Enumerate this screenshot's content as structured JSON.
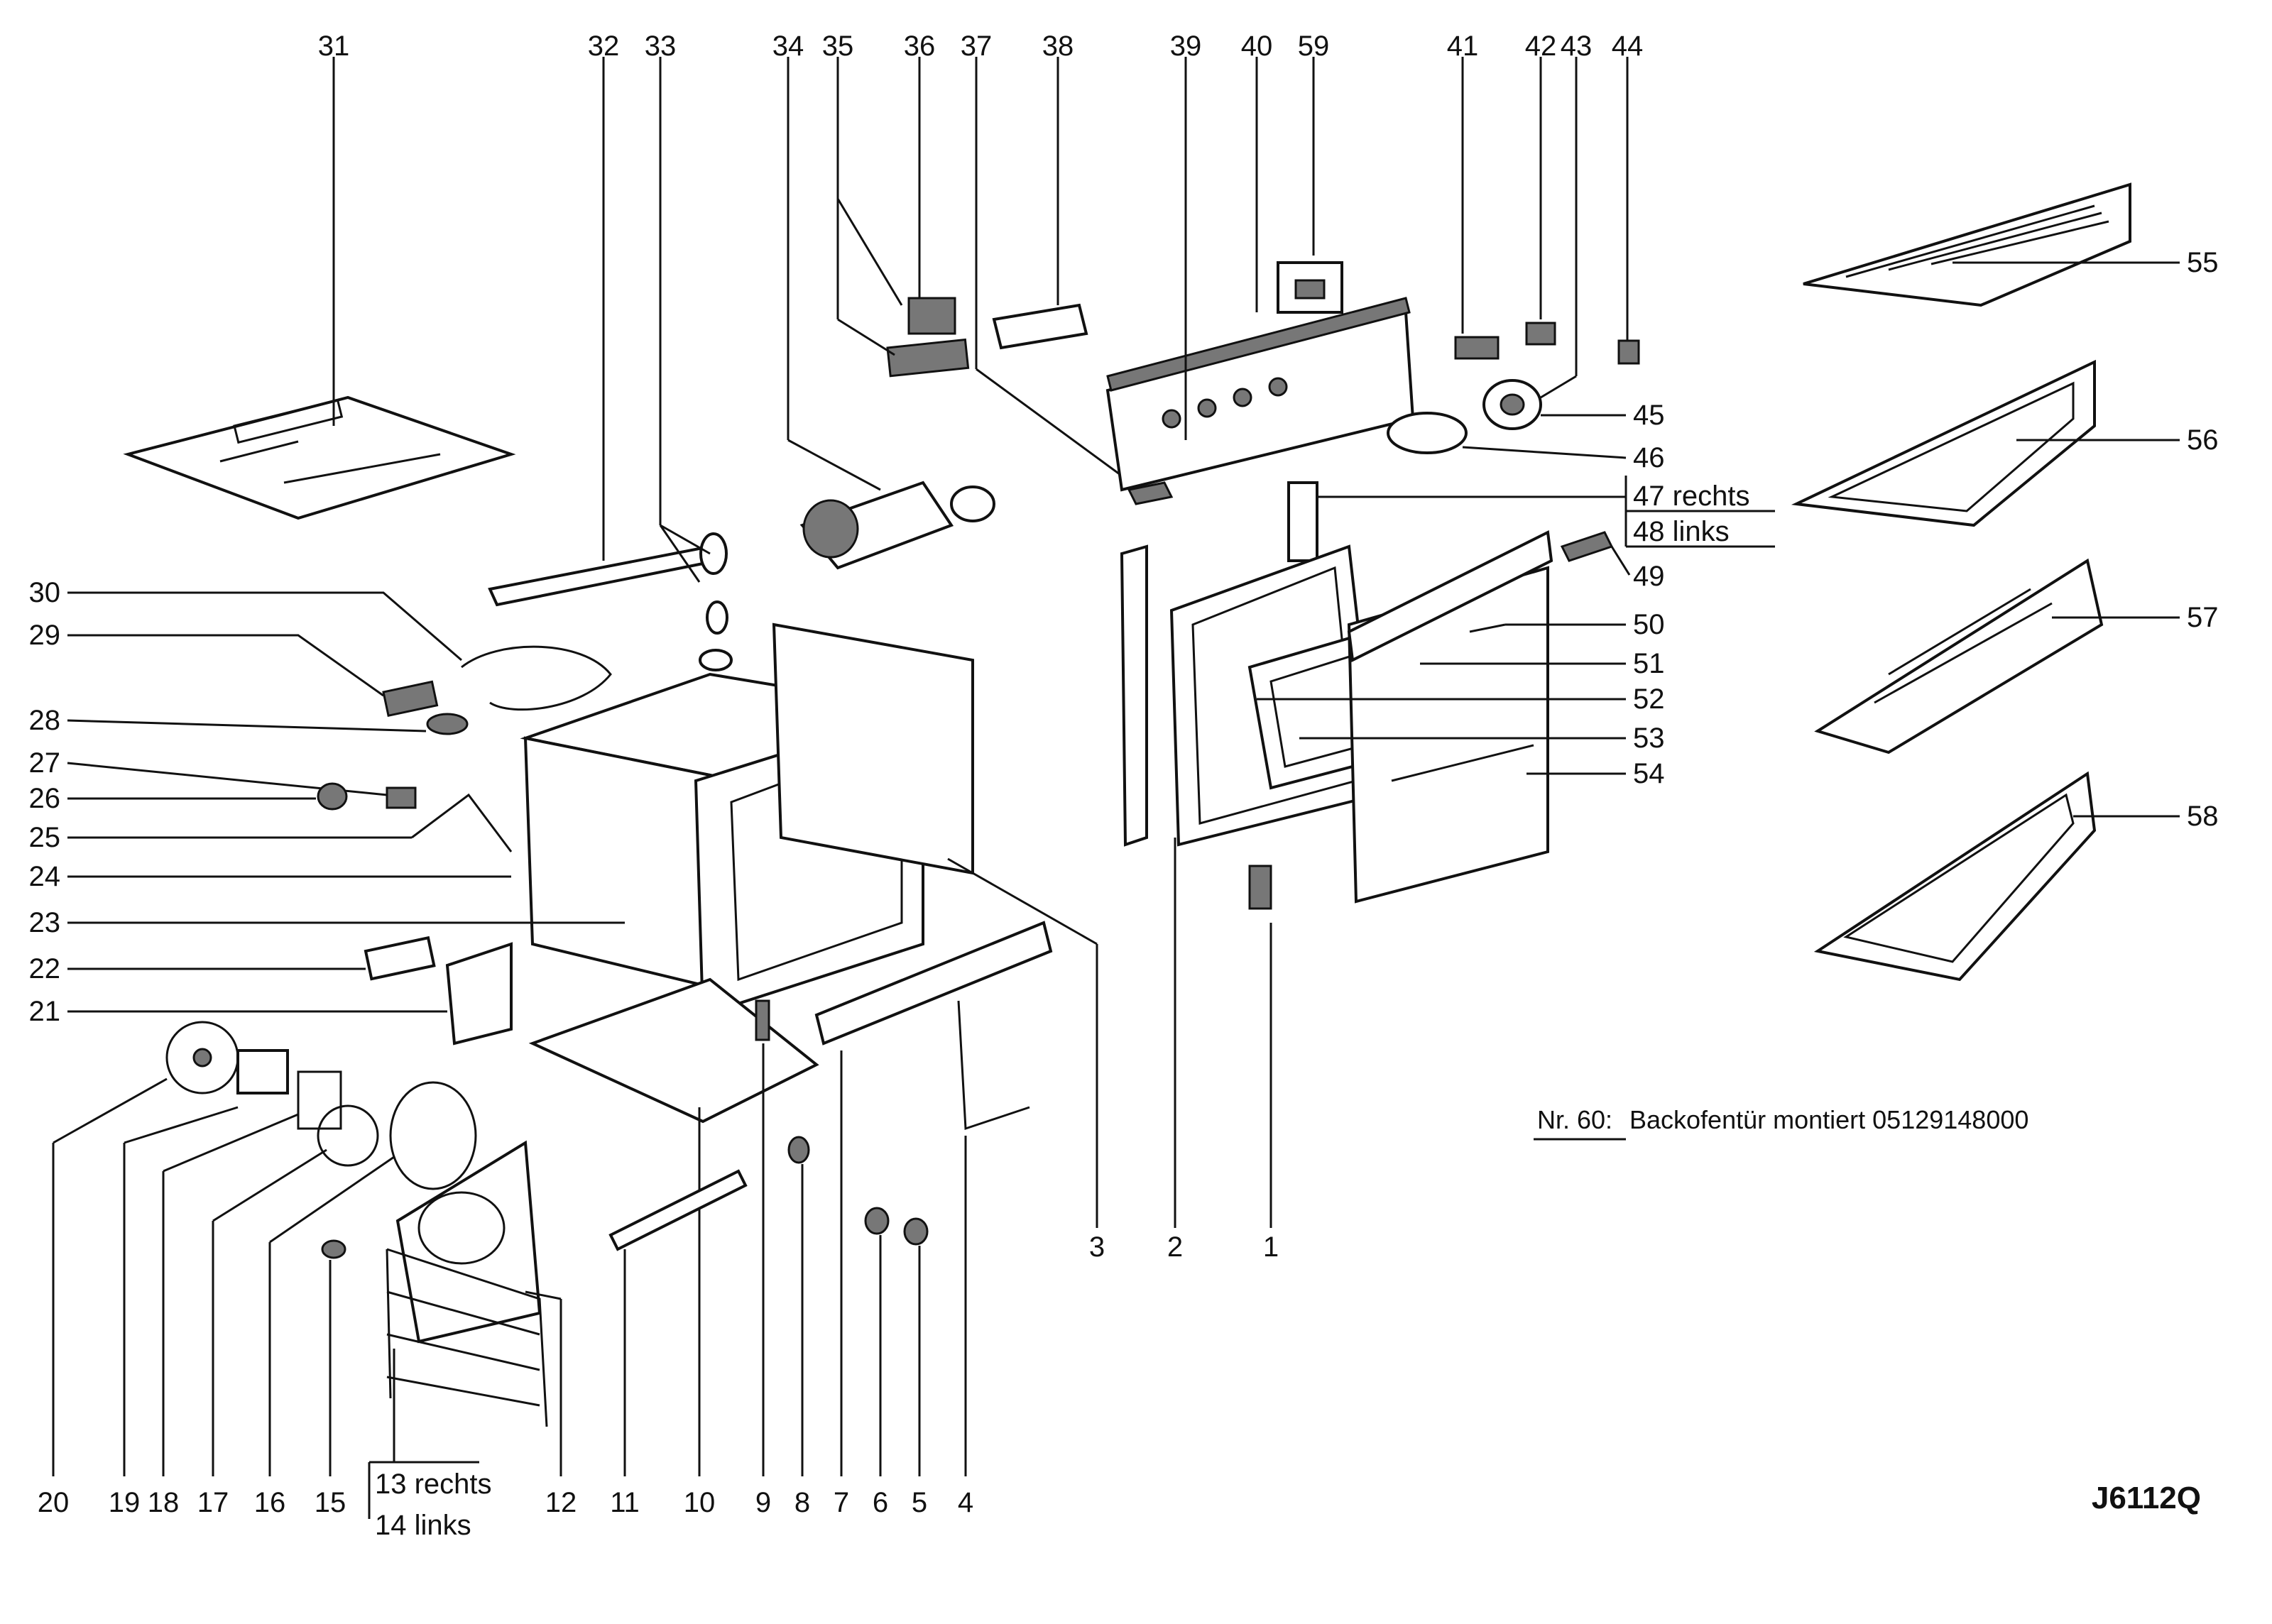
{
  "labels_top": [
    "31",
    "32",
    "33",
    "34",
    "35",
    "36",
    "37",
    "38",
    "39",
    "40",
    "59",
    "41",
    "42",
    "43",
    "44"
  ],
  "labels_right": [
    "45",
    "46",
    "47 rechts",
    "48 links",
    "49",
    "50",
    "51",
    "52",
    "53",
    "54"
  ],
  "labels_left": [
    "30",
    "29",
    "28",
    "27",
    "26",
    "25",
    "24",
    "23",
    "22",
    "21"
  ],
  "labels_bottom": [
    "20",
    "19",
    "18",
    "17",
    "16",
    "15",
    "13 rechts",
    "14 links",
    "12",
    "11",
    "10",
    "9",
    "8",
    "7",
    "6",
    "5",
    "4",
    "3",
    "2",
    "1"
  ],
  "labels_trays": [
    "55",
    "56",
    "57",
    "58"
  ],
  "note_ref": "Nr. 60:",
  "note_text": "Backofentür  montiert 05129148000",
  "diagram_code": "J6112Q"
}
